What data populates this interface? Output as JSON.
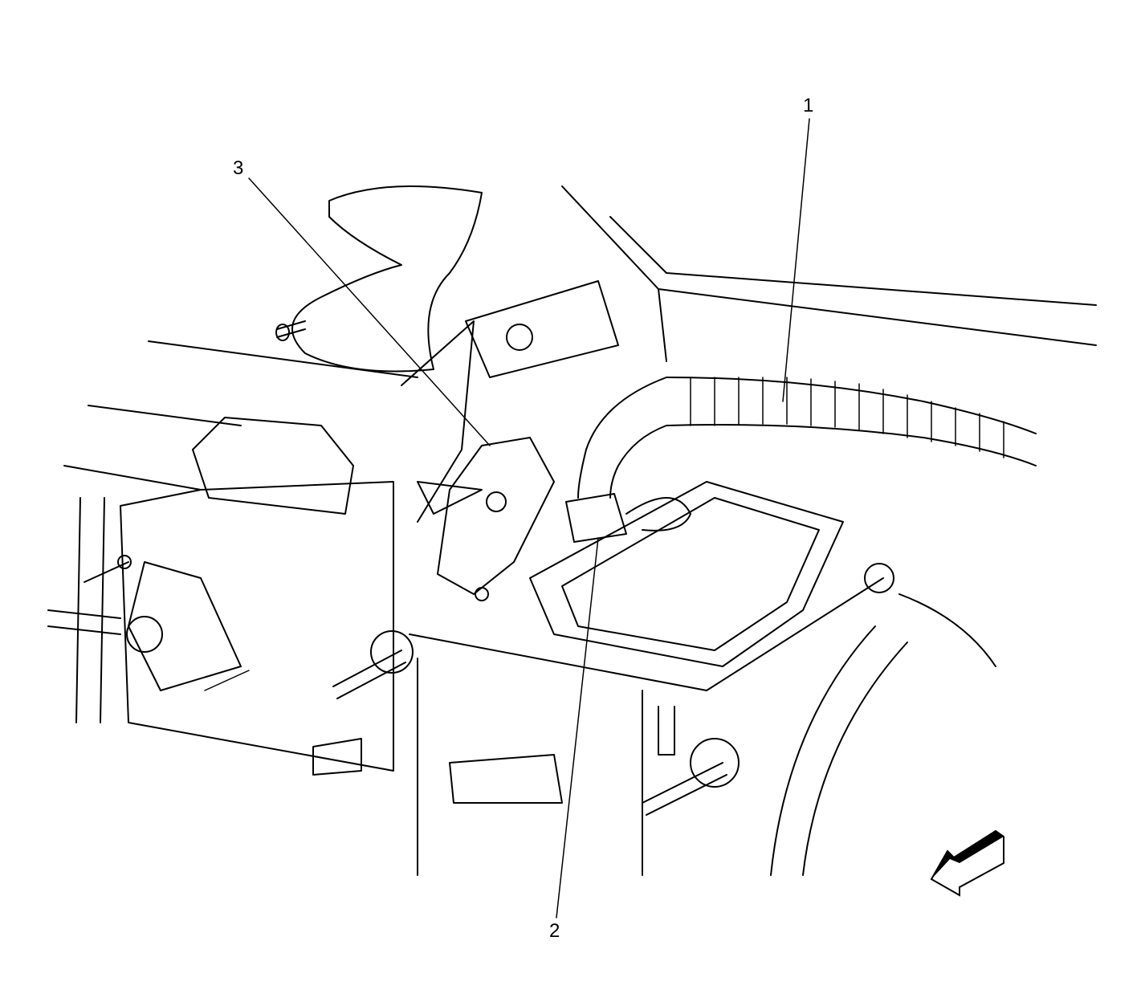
{
  "diagram": {
    "type": "automotive component location illustration",
    "background": "#ffffff",
    "line_color": "#000000",
    "callouts": [
      {
        "id": "1",
        "label": "1",
        "points_to": "wiring harness (corrugated conduit)"
      },
      {
        "id": "2",
        "label": "2",
        "points_to": "harness electrical connector"
      },
      {
        "id": "3",
        "label": "3",
        "points_to": "sensor / module mounted on bracket"
      }
    ],
    "orientation_arrow": {
      "direction": "front-left",
      "icon": "view-direction-arrow"
    }
  }
}
